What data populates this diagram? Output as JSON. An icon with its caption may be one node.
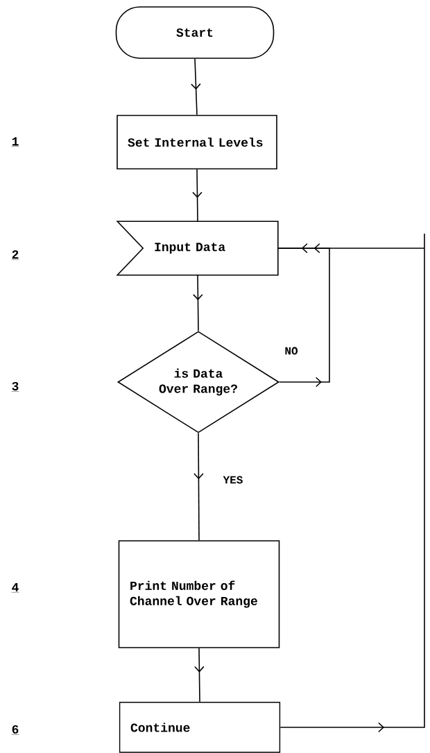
{
  "diagram": {
    "nodes": [
      {
        "text": [
          "Start"
        ]
      },
      {
        "text": [
          "Set Internal Levels"
        ]
      },
      {
        "text": [
          "Input Data"
        ]
      },
      {
        "text": [
          "is Data Over Range?"
        ]
      },
      {
        "text": [
          "Print Number of Channel Over Range"
        ]
      },
      {
        "text": [
          "Continue"
        ]
      }
    ],
    "edges": [
      {
        "from": 0,
        "to": 1,
        "arrow": "to"
      },
      {
        "from": 1,
        "to": 2,
        "arrow": "to"
      },
      {
        "from": 2,
        "to": 3,
        "arrow": "to"
      },
      {
        "from": 3,
        "to": 2,
        "arrow": "to",
        "label": "NO"
      },
      {
        "from": 3,
        "to": 4,
        "arrow": "to",
        "label": "YES"
      },
      {
        "from": 4,
        "to": 5,
        "arrow": "to"
      },
      {
        "from": 5,
        "to": 2,
        "arrow": "to"
      }
    ],
    "labels": [
      "1",
      "2",
      "3",
      "4",
      "6"
    ]
  }
}
